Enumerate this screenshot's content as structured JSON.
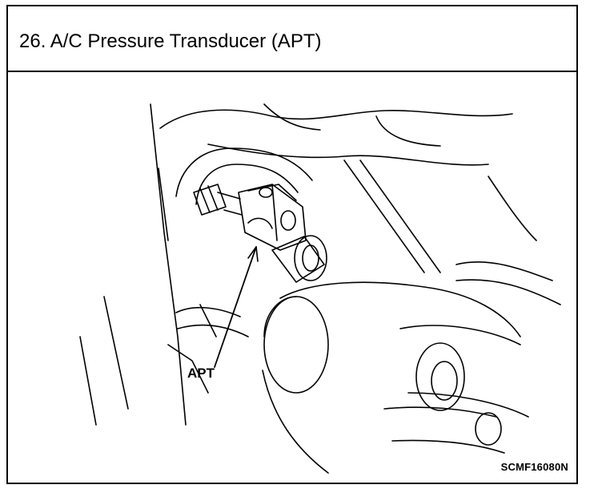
{
  "header": {
    "title": "26.  A/C Pressure Transducer (APT)"
  },
  "diagram": {
    "callout_label": "APT",
    "figure_code": "SCMF16080N"
  },
  "colors": {
    "line": "#000000",
    "background": "#ffffff"
  }
}
